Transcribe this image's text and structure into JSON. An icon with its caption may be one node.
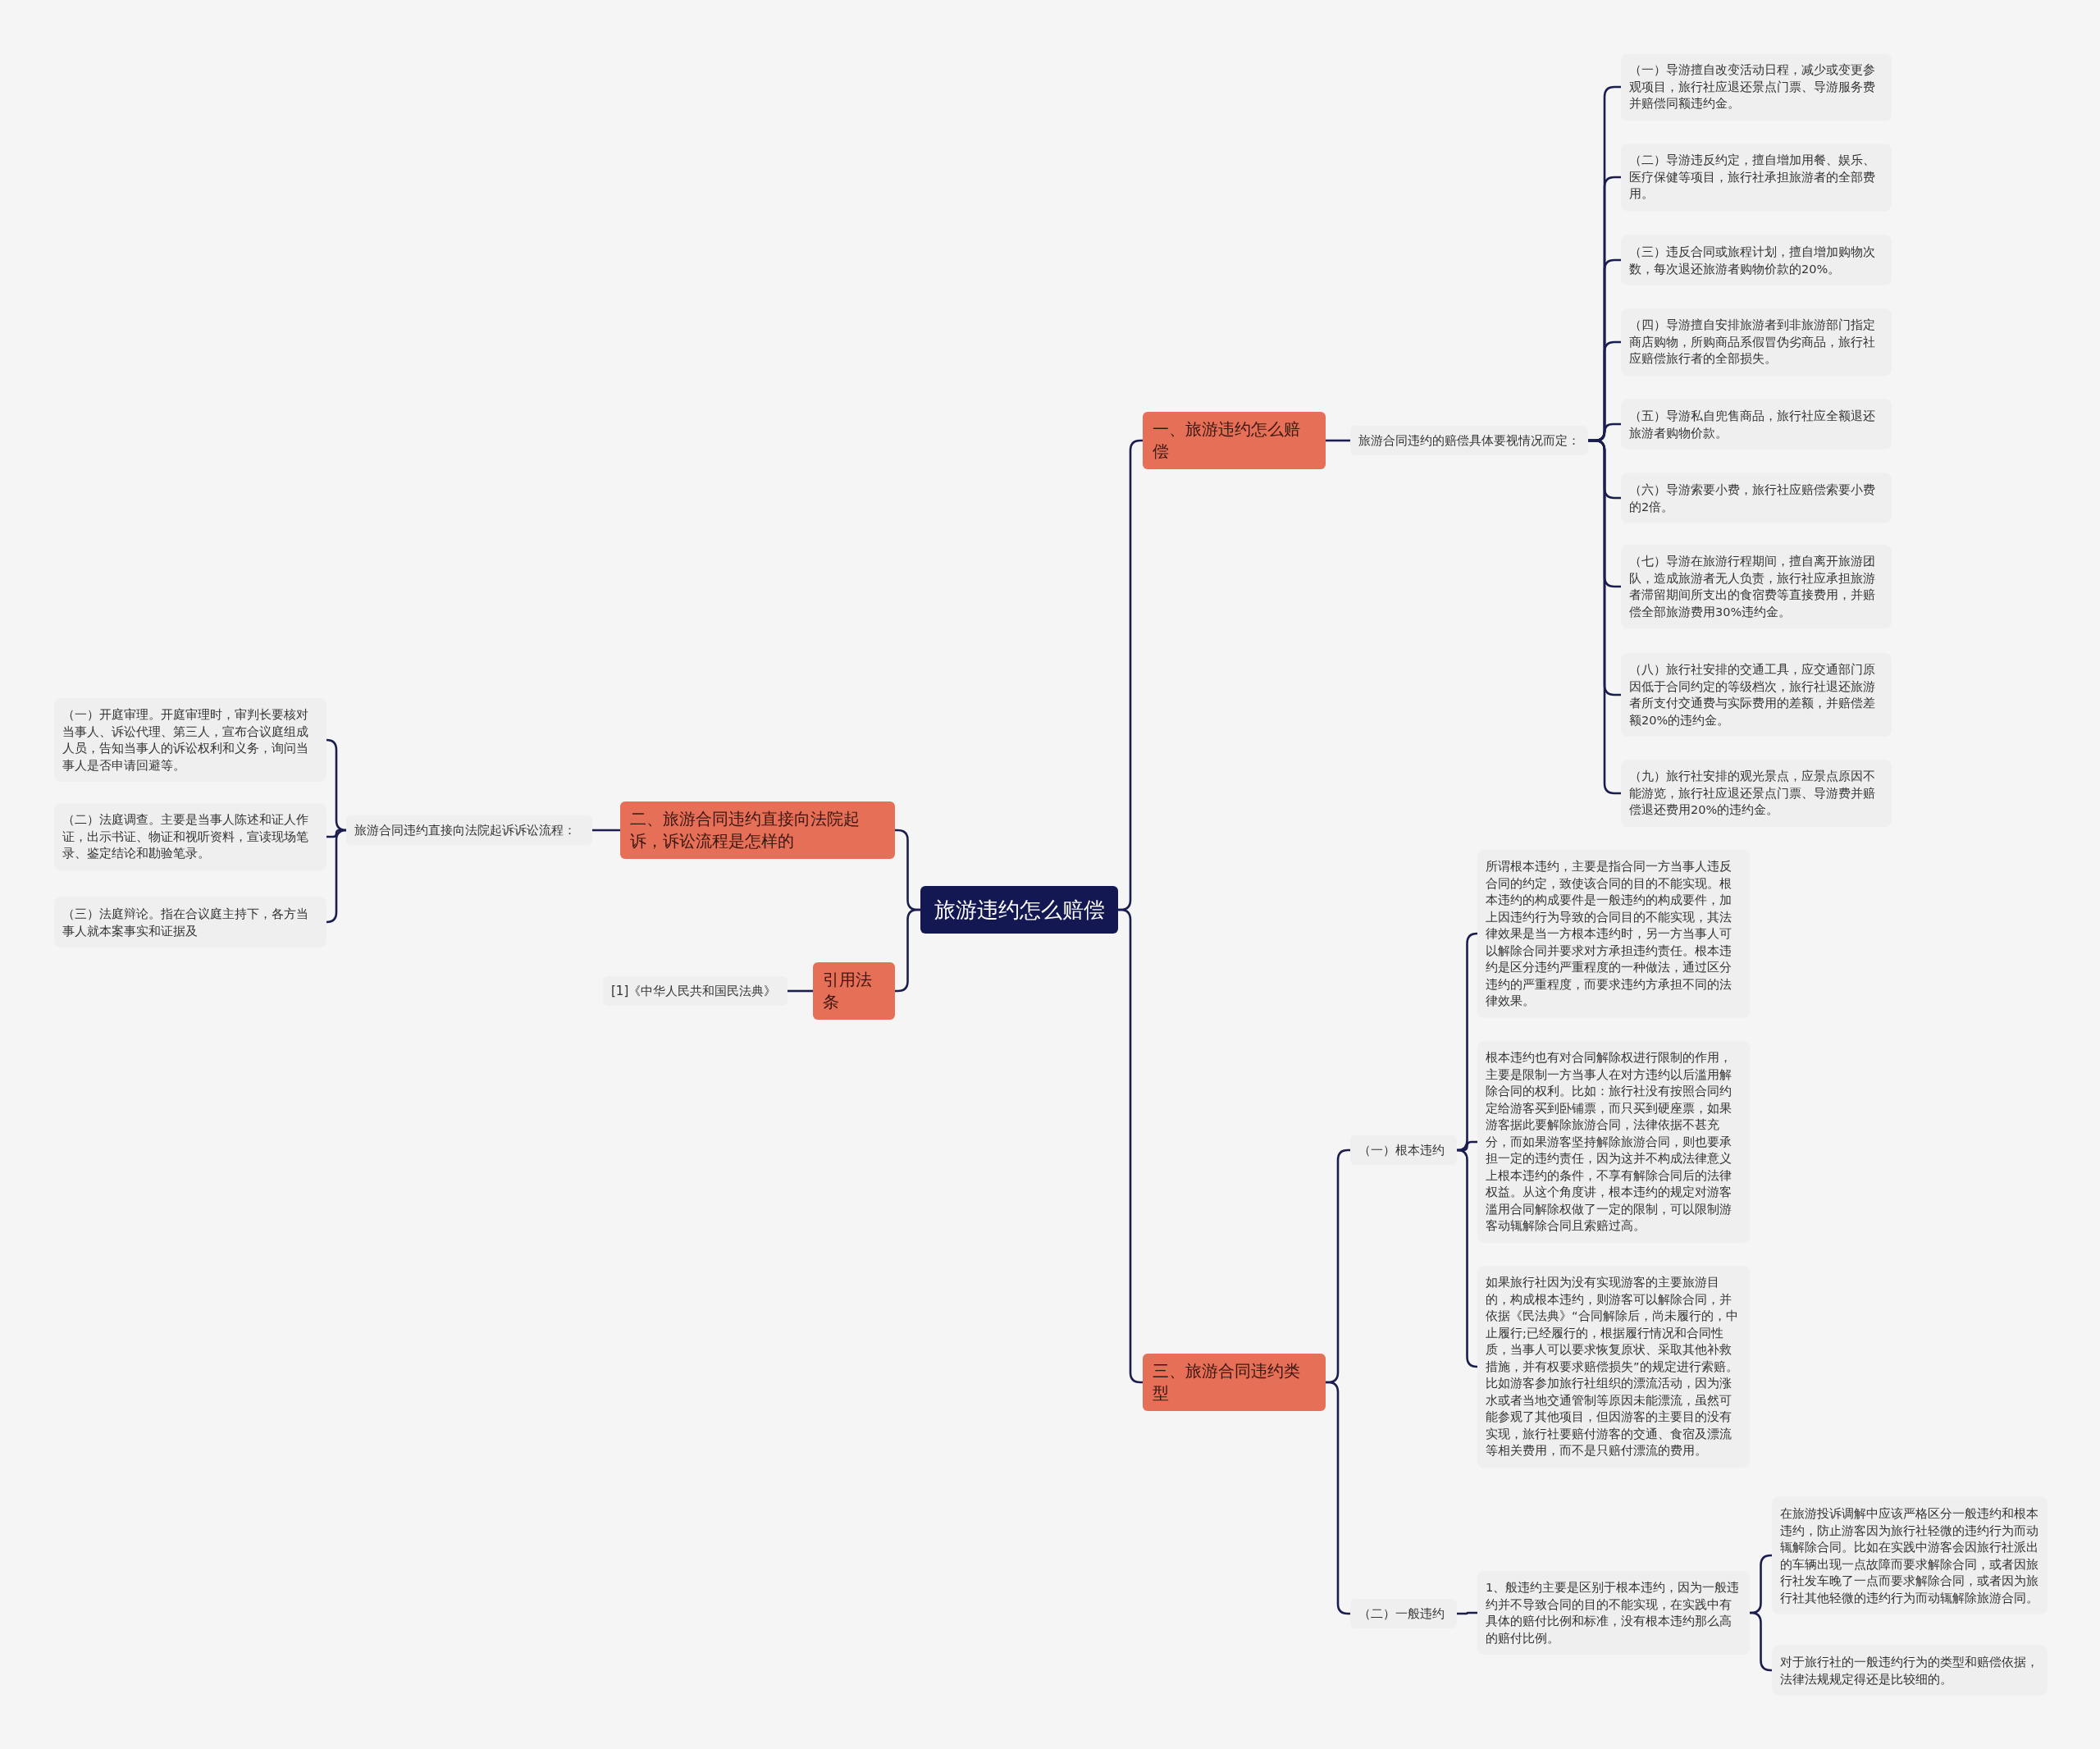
{
  "diagram": {
    "nodes": [
      {
        "text": [
          "旅游违约怎么赔偿"
        ]
      },
      {
        "text": [
          "一、旅游违约怎么赔偿"
        ]
      },
      {
        "text": [
          "旅游合同违约的赔偿具体要视情况而定："
        ]
      },
      {
        "text": [
          "（一）导游擅自改变活动日程，减少或变更参观项目，旅行社应退还景点门票、导游服务费并赔偿同额违约金。"
        ]
      },
      {
        "text": [
          "（二）导游违反约定，擅自增加用餐、娱乐、医疗保健等项目，旅行社承担旅游者的全部费用。"
        ]
      },
      {
        "text": [
          "（三）违反合同或旅程计划，擅自增加购物次数，每次退还旅游者购物价款的20%。"
        ]
      },
      {
        "text": [
          "（四）导游擅自安排旅游者到非旅游部门指定商店购物，所购商品系假冒伪劣商品，旅行社应赔偿旅行者的全部损失。"
        ]
      },
      {
        "text": [
          "（五）导游私自兜售商品，旅行社应全额退还旅游者购物价款。"
        ]
      },
      {
        "text": [
          "（六）导游索要小费，旅行社应赔偿索要小费的2倍。"
        ]
      },
      {
        "text": [
          "（七）导游在旅游行程期间，擅自离开旅游团队，造成旅游者无人负责，旅行社应承担旅游者滞留期间所支出的食宿费等直接费用，并赔偿全部旅游费用30%违约金。"
        ]
      },
      {
        "text": [
          "（八）旅行社安排的交通工具，应交通部门原因低于合同约定的等级档次，旅行社退还旅游者所支付交通费与实际费用的差额，并赔偿差额20%的违约金。"
        ]
      },
      {
        "text": [
          "（九）旅行社安排的观光景点，应景点原因不能游览，旅行社应退还景点门票、导游费并赔偿退还费用20%的违约金。"
        ]
      },
      {
        "text": [
          "二、旅游合同违约直接向法院起诉，诉讼流程是怎样的"
        ]
      },
      {
        "text": [
          "旅游合同违约直接向法院起诉诉讼流程："
        ]
      },
      {
        "text": [
          "（一）开庭审理。开庭审理时，审判长要核对当事人、诉讼代理、第三人，宣布合议庭组成人员，告知当事人的诉讼权利和义务，询问当事人是否申请回避等。"
        ]
      },
      {
        "text": [
          "（二）法庭调查。主要是当事人陈述和证人作证，出示书证、物证和视听资料，宣读现场笔录、鉴定结论和勘验笔录。"
        ]
      },
      {
        "text": [
          "（三）法庭辩论。指在合议庭主持下，各方当事人就本案事实和证据及"
        ]
      },
      {
        "text": [
          "引用法条"
        ]
      },
      {
        "text": [
          "[1]《中华人民共和国民法典》"
        ]
      },
      {
        "text": [
          "三、旅游合同违约类型"
        ]
      },
      {
        "text": [
          "（一）根本违约"
        ]
      },
      {
        "text": [
          "所谓根本违约，主要是指合同一方当事人违反合同的约定，致使该合同的目的不能实现。根本违约的构成要件是一般违约的构成要件，加上因违约行为导致的合同目的不能实现，其法律效果是当一方根本违约时，另一方当事人可以解除合同并要求对方承担违约责任。根本违约是区分违约严重程度的一种做法，通过区分违约的严重程度，而要求违约方承担不同的法律效果。"
        ]
      },
      {
        "text": [
          "根本违约也有对合同解除权进行限制的作用，主要是限制一方当事人在对方违约以后滥用解除合同的权利。比如：旅行社没有按照合同约定给游客买到卧铺票，而只买到硬座票，如果游客据此要解除旅游合同，法律依据不甚充分，而如果游客坚持解除旅游合同，则也要承担一定的违约责任，因为这并不构成法律意义上根本违约的条件，不享有解除合同后的法律权益。从这个角度讲，根本违约的规定对游客滥用合同解除权做了一定的限制，可以限制游客动辄解除合同且索赔过高。"
        ]
      },
      {
        "text": [
          "如果旅行社因为没有实现游客的主要旅游目的，构成根本违约，则游客可以解除合同，并依据《民法典》“合同解除后，尚未履行的，中止履行;已经履行的，根据履行情况和合同性质，当事人可以要求恢复原状、采取其他补救措施，并有权要求赔偿损失”的规定进行索赔。比如游客参加旅行社组织的漂流活动，因为涨水或者当地交通管制等原因未能漂流，虽然可能参观了其他项目，但因游客的主要目的没有实现，旅行社要赔付游客的交通、食宿及漂流等相关费用，而不是只赔付漂流的费用。"
        ]
      },
      {
        "text": [
          "（二）一般违约"
        ]
      },
      {
        "text": [
          "1、般违约主要是区别于根本违约，因为一般违约并不导致合同的目的不能实现，在实践中有具体的赔付比例和标准，没有根本违约那么高的赔付比例。"
        ]
      },
      {
        "text": [
          "在旅游投诉调解中应该严格区分一般违约和根本违约，防止游客因为旅行社轻微的违约行为而动辄解除合同。比如在实践中游客会因旅行社派出的车辆出现一点故障而要求解除合同，或者因旅行社发车晚了一点而要求解除合同，或者因为旅行社其他轻微的违约行为而动辄解除旅游合同。"
        ]
      },
      {
        "text": [
          "对于旅行社的一般违约行为的类型和赔偿依据，法律法规规定得还是比较细的。"
        ]
      }
    ],
    "edges": [
      {
        "from": 0,
        "to": 1,
        "arrow": "none"
      },
      {
        "from": 1,
        "to": 2,
        "arrow": "none"
      },
      {
        "from": 2,
        "to": 3,
        "arrow": "none"
      },
      {
        "from": 2,
        "to": 4,
        "arrow": "none"
      },
      {
        "from": 2,
        "to": 5,
        "arrow": "none"
      },
      {
        "from": 2,
        "to": 6,
        "arrow": "none"
      },
      {
        "from": 2,
        "to": 7,
        "arrow": "none"
      },
      {
        "from": 2,
        "to": 8,
        "arrow": "none"
      },
      {
        "from": 2,
        "to": 9,
        "arrow": "none"
      },
      {
        "from": 2,
        "to": 10,
        "arrow": "none"
      },
      {
        "from": 2,
        "to": 11,
        "arrow": "none"
      },
      {
        "from": 0,
        "to": 12,
        "arrow": "none"
      },
      {
        "from": 12,
        "to": 13,
        "arrow": "none"
      },
      {
        "from": 13,
        "to": 14,
        "arrow": "none"
      },
      {
        "from": 13,
        "to": 15,
        "arrow": "none"
      },
      {
        "from": 13,
        "to": 16,
        "arrow": "none"
      },
      {
        "from": 0,
        "to": 17,
        "arrow": "none"
      },
      {
        "from": 17,
        "to": 18,
        "arrow": "none"
      },
      {
        "from": 0,
        "to": 19,
        "arrow": "none"
      },
      {
        "from": 19,
        "to": 20,
        "arrow": "none"
      },
      {
        "from": 20,
        "to": 21,
        "arrow": "none"
      },
      {
        "from": 20,
        "to": 22,
        "arrow": "none"
      },
      {
        "from": 20,
        "to": 23,
        "arrow": "none"
      },
      {
        "from": 19,
        "to": 24,
        "arrow": "none"
      },
      {
        "from": 24,
        "to": 25,
        "arrow": "none"
      },
      {
        "from": 25,
        "to": 26,
        "arrow": "none"
      },
      {
        "from": 25,
        "to": 27,
        "arrow": "none"
      }
    ]
  }
}
